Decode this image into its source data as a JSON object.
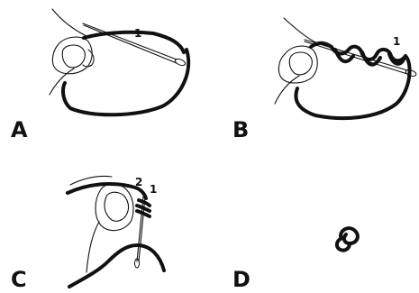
{
  "panels": [
    {
      "letter": "A",
      "numbers": [
        "1"
      ]
    },
    {
      "letter": "B",
      "numbers": [
        "1"
      ]
    },
    {
      "letter": "C",
      "numbers": [
        "2",
        "1"
      ]
    },
    {
      "letter": "D",
      "numbers": []
    }
  ],
  "icons": {
    "final_knot": "knot-icon"
  }
}
